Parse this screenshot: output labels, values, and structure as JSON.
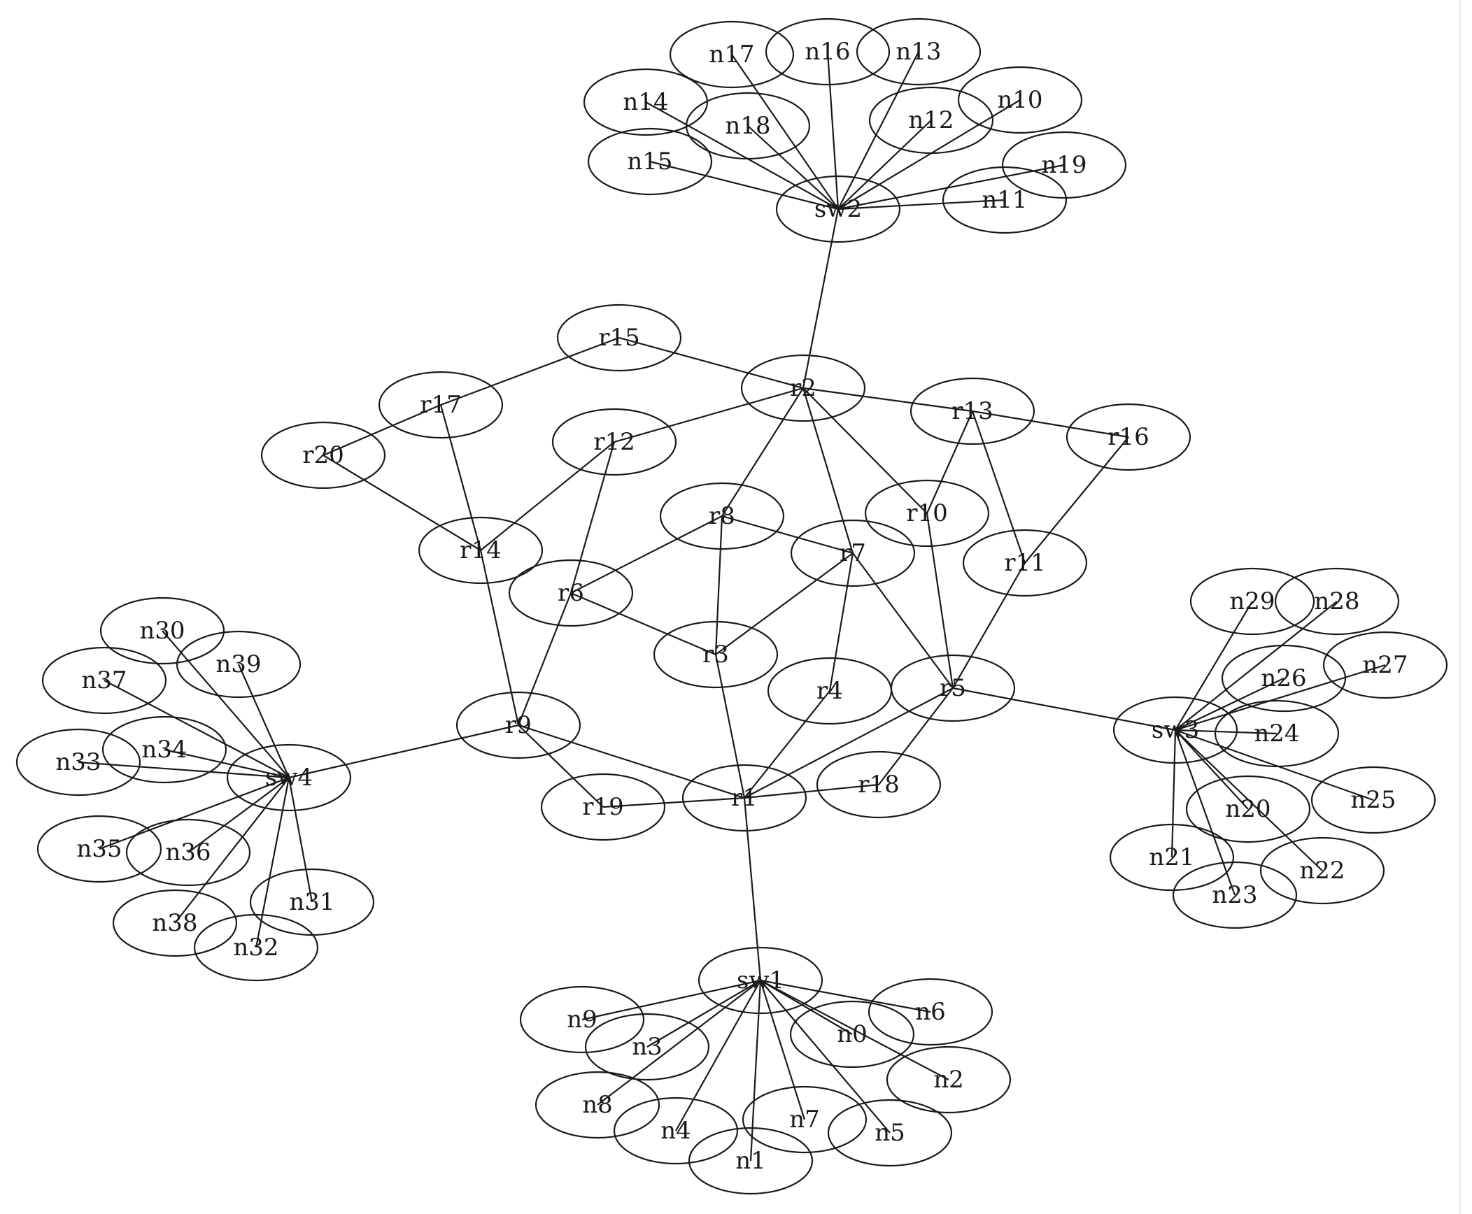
{
  "diagram": {
    "nodes": [
      "sw1",
      "sw2",
      "sw3",
      "sw4",
      "r1",
      "r2",
      "r3",
      "r4",
      "r5",
      "r6",
      "r7",
      "r8",
      "r9",
      "r10",
      "r11",
      "r12",
      "r13",
      "r14",
      "r15",
      "r16",
      "r17",
      "r18",
      "r19",
      "r20",
      "n0",
      "n1",
      "n2",
      "n3",
      "n4",
      "n5",
      "n6",
      "n7",
      "n8",
      "n9",
      "n10",
      "n11",
      "n12",
      "n13",
      "n14",
      "n15",
      "n16",
      "n17",
      "n18",
      "n19",
      "n20",
      "n21",
      "n22",
      "n23",
      "n24",
      "n25",
      "n26",
      "n27",
      "n28",
      "n29",
      "n30",
      "n31",
      "n32",
      "n33",
      "n34",
      "n35",
      "n36",
      "n37",
      "n38",
      "n39"
    ],
    "edges": [
      [
        "sw2",
        "r2"
      ],
      [
        "r2",
        "r15"
      ],
      [
        "r15",
        "r17"
      ],
      [
        "r17",
        "r20"
      ],
      [
        "r17",
        "r14"
      ],
      [
        "r20",
        "r14"
      ],
      [
        "r2",
        "r12"
      ],
      [
        "r2",
        "r13"
      ],
      [
        "r2",
        "r8"
      ],
      [
        "r2",
        "r7"
      ],
      [
        "r2",
        "r10"
      ],
      [
        "r13",
        "r16"
      ],
      [
        "r13",
        "r10"
      ],
      [
        "r13",
        "r11"
      ],
      [
        "r16",
        "r11"
      ],
      [
        "r11",
        "r5"
      ],
      [
        "r12",
        "r14"
      ],
      [
        "r12",
        "r6"
      ],
      [
        "r14",
        "r9"
      ],
      [
        "r6",
        "r9"
      ],
      [
        "r6",
        "r8"
      ],
      [
        "r6",
        "r3"
      ],
      [
        "r8",
        "r7"
      ],
      [
        "r8",
        "r3"
      ],
      [
        "r7",
        "r3"
      ],
      [
        "r7",
        "r4"
      ],
      [
        "r7",
        "r5"
      ],
      [
        "r10",
        "r5"
      ],
      [
        "r3",
        "r1"
      ],
      [
        "r4",
        "r1"
      ],
      [
        "r5",
        "r1"
      ],
      [
        "r5",
        "r18"
      ],
      [
        "r5",
        "sw3"
      ],
      [
        "r9",
        "r1"
      ],
      [
        "r9",
        "r19"
      ],
      [
        "r9",
        "sw4"
      ],
      [
        "r1",
        "r19"
      ],
      [
        "r1",
        "r18"
      ],
      [
        "r1",
        "sw1"
      ],
      [
        "sw1",
        "n9"
      ],
      [
        "sw1",
        "n3"
      ],
      [
        "sw1",
        "n8"
      ],
      [
        "sw1",
        "n4"
      ],
      [
        "sw1",
        "n1"
      ],
      [
        "sw1",
        "n7"
      ],
      [
        "sw1",
        "n5"
      ],
      [
        "sw1",
        "n0"
      ],
      [
        "sw1",
        "n6"
      ],
      [
        "sw1",
        "n2"
      ],
      [
        "sw2",
        "n17"
      ],
      [
        "sw2",
        "n16"
      ],
      [
        "sw2",
        "n13"
      ],
      [
        "sw2",
        "n12"
      ],
      [
        "sw2",
        "n10"
      ],
      [
        "sw2",
        "n19"
      ],
      [
        "sw2",
        "n11"
      ],
      [
        "sw2",
        "n18"
      ],
      [
        "sw2",
        "n14"
      ],
      [
        "sw2",
        "n15"
      ],
      [
        "sw3",
        "n29"
      ],
      [
        "sw3",
        "n28"
      ],
      [
        "sw3",
        "n26"
      ],
      [
        "sw3",
        "n27"
      ],
      [
        "sw3",
        "n24"
      ],
      [
        "sw3",
        "n25"
      ],
      [
        "sw3",
        "n20"
      ],
      [
        "sw3",
        "n22"
      ],
      [
        "sw3",
        "n23"
      ],
      [
        "sw3",
        "n21"
      ],
      [
        "sw4",
        "n30"
      ],
      [
        "sw4",
        "n39"
      ],
      [
        "sw4",
        "n37"
      ],
      [
        "sw4",
        "n34"
      ],
      [
        "sw4",
        "n33"
      ],
      [
        "sw4",
        "n35"
      ],
      [
        "sw4",
        "n36"
      ],
      [
        "sw4",
        "n38"
      ],
      [
        "sw4",
        "n32"
      ],
      [
        "sw4",
        "n31"
      ]
    ]
  }
}
